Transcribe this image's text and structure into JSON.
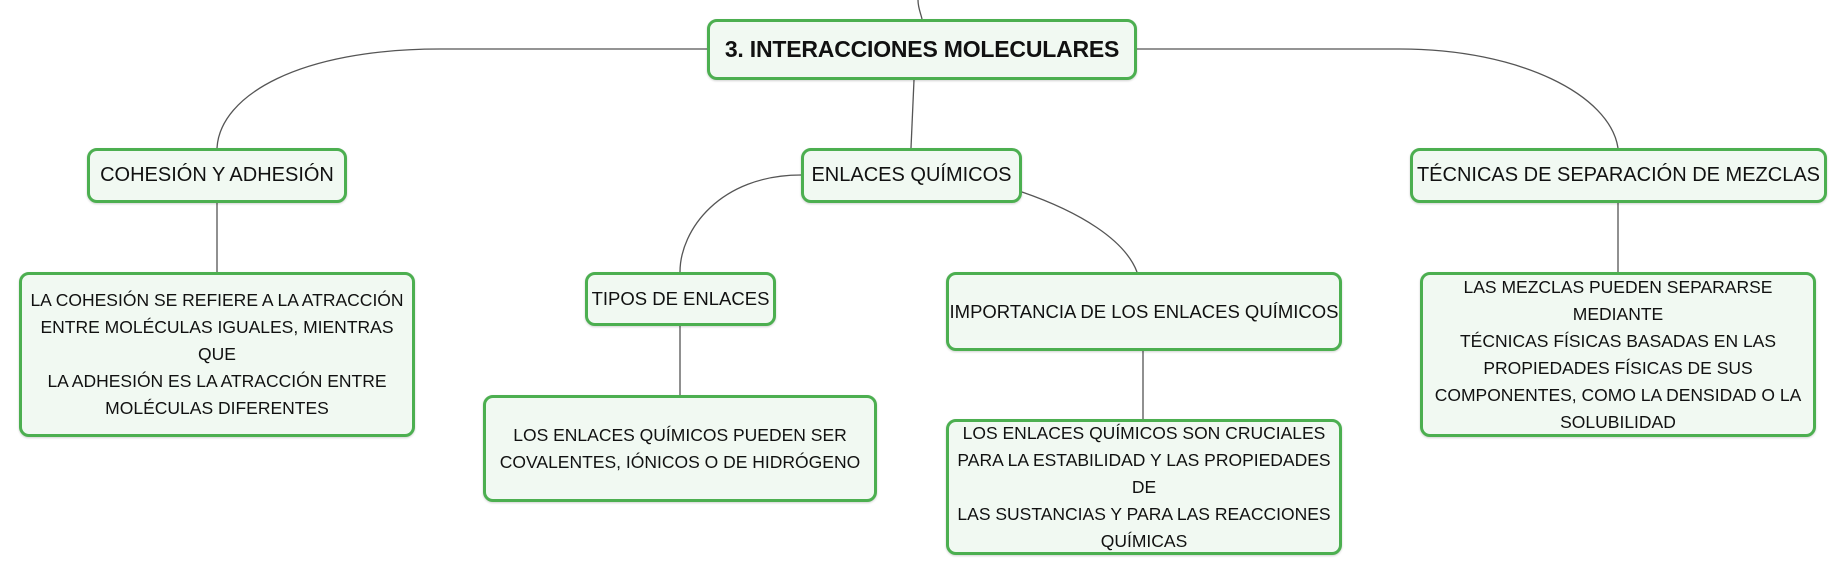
{
  "colors": {
    "node_border": "#4caf50",
    "node_fill": "#f1f9f2",
    "connector": "#555555"
  },
  "mindmap": {
    "root": "3. INTERACCIONES MOLECULARES",
    "topics": {
      "cohesion": "COHESIÓN Y ADHESIÓN",
      "enlaces": "ENLACES QUÍMICOS",
      "tecnicas": "TÉCNICAS DE SEPARACIÓN DE MEZCLAS"
    },
    "subtopics": {
      "tipos": "TIPOS DE ENLACES",
      "importancia": "IMPORTANCIA DE LOS ENLACES QUÍMICOS"
    },
    "details": {
      "cohesion": [
        "LA COHESIÓN SE REFIERE A LA ATRACCIÓN",
        "ENTRE MOLÉCULAS IGUALES, MIENTRAS QUE",
        "LA ADHESIÓN ES LA ATRACCIÓN ENTRE",
        "MOLÉCULAS DIFERENTES"
      ],
      "tipos": [
        "LOS ENLACES QUÍMICOS PUEDEN SER",
        "COVALENTES, IÓNICOS O DE HIDRÓGENO"
      ],
      "importancia": [
        "LOS ENLACES QUÍMICOS SON CRUCIALES",
        "PARA LA ESTABILIDAD Y LAS PROPIEDADES DE",
        "LAS SUSTANCIAS Y PARA LAS REACCIONES",
        "QUÍMICAS"
      ],
      "tecnicas": [
        "LAS MEZCLAS PUEDEN SEPARARSE MEDIANTE",
        "TÉCNICAS FÍSICAS BASADAS EN LAS",
        "PROPIEDADES FÍSICAS DE SUS",
        "COMPONENTES, COMO LA DENSIDAD O LA",
        "SOLUBILIDAD"
      ]
    }
  }
}
